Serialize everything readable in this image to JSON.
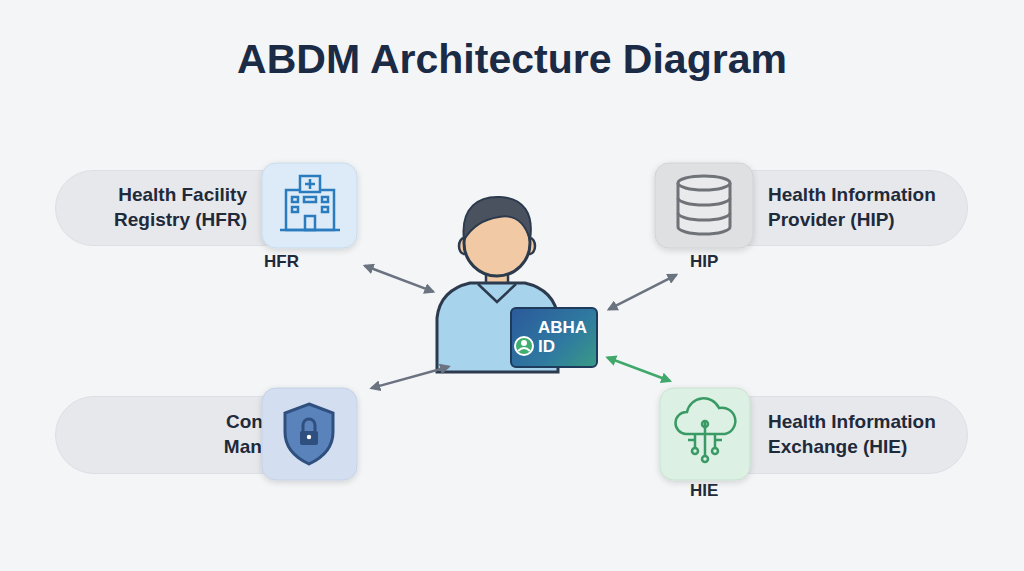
{
  "diagram": {
    "title": "ABDM Architecture Diagram",
    "nodes": [
      {
        "text": [
          "Health Facility Registry (HFR)"
        ]
      },
      {
        "text": [
          "Health Information Provider (HIP)"
        ]
      },
      {
        "text": [
          "ABHA ID"
        ]
      },
      {
        "text": [
          "Consent Manager"
        ]
      },
      {
        "text": [
          "Health Information Exchange (HIE)"
        ]
      }
    ],
    "edges": [
      {
        "from": 0,
        "to": 2,
        "arrow": "both"
      },
      {
        "from": 1,
        "to": 2,
        "arrow": "both"
      },
      {
        "from": 3,
        "to": 2,
        "arrow": "both"
      },
      {
        "from": 4,
        "to": 2,
        "arrow": "both"
      }
    ],
    "labels": [
      "HFR",
      "HIP",
      "HIE"
    ]
  }
}
